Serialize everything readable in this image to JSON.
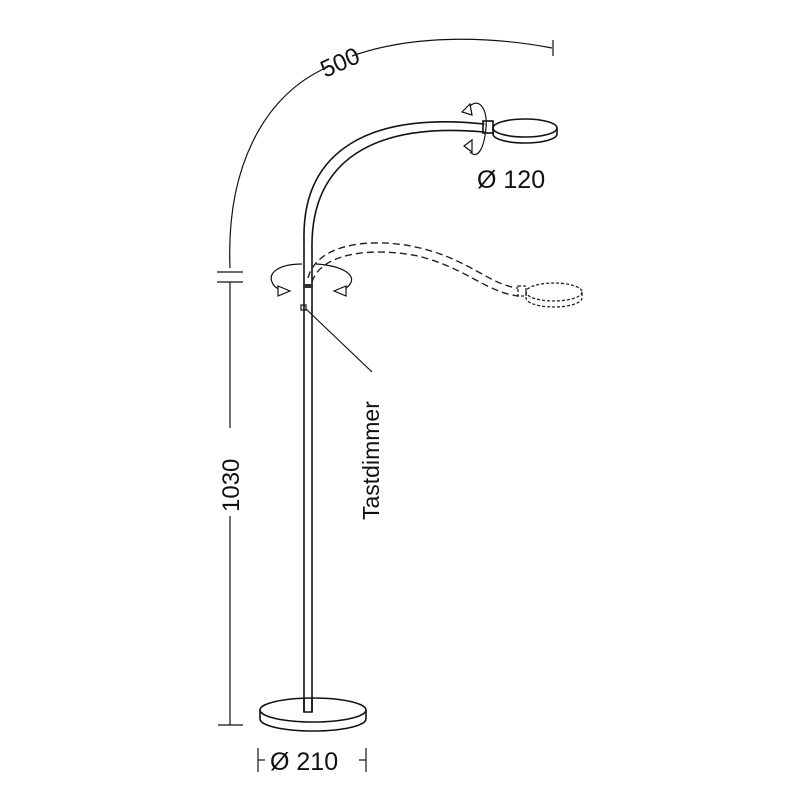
{
  "dimensions": {
    "arm_reach": "500",
    "height": "1030",
    "head_diameter": "Ø 120",
    "base_diameter": "Ø 210"
  },
  "labels": {
    "switch": "Tastdimmer"
  },
  "colors": {
    "line": "#111111",
    "background": "#ffffff"
  }
}
